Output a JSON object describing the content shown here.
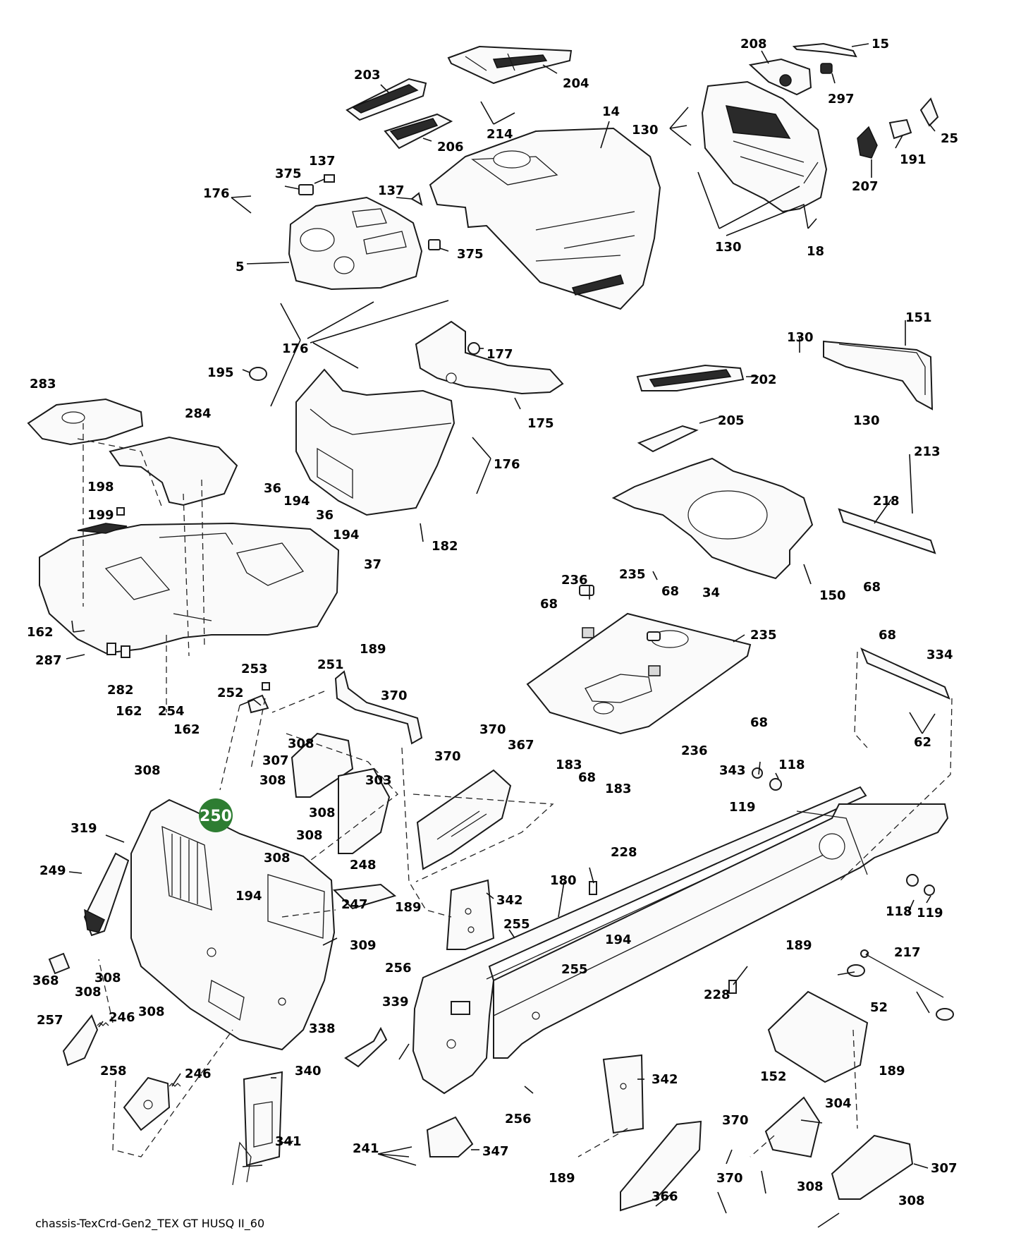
{
  "caption": "chassis-TexCrd-Gen2_TEX GT HUSQ II_60",
  "highlight": {
    "label": "250",
    "color": "#2e7d32"
  },
  "labels": {
    "l15": "15",
    "l208": "208",
    "l203": "203",
    "l204": "204",
    "l297": "297",
    "l14": "14",
    "l130": "130",
    "l25": "25",
    "l214": "214",
    "l206": "206",
    "l191": "191",
    "l207": "207",
    "l137": "137",
    "l375": "375",
    "l176": "176",
    "l5": "5",
    "l18": "18",
    "l151": "151",
    "l177": "177",
    "l195": "195",
    "l202": "202",
    "l283": "283",
    "l284": "284",
    "l175": "175",
    "l205": "205",
    "l36": "36",
    "l194": "194",
    "l198": "198",
    "l199": "199",
    "l213": "213",
    "l218": "218",
    "l182": "182",
    "l37": "37",
    "l150": "150",
    "l68": "68",
    "l235": "235",
    "l236": "236",
    "l34": "34",
    "l162": "162",
    "l287": "287",
    "l282": "282",
    "l334": "334",
    "l189": "189",
    "l251": "251",
    "l253": "253",
    "l252": "252",
    "l254": "254",
    "l370": "370",
    "l62": "62",
    "l308": "308",
    "l307": "307",
    "l303": "303",
    "l367": "367",
    "l183": "183",
    "l343": "343",
    "l118": "118",
    "l119": "119",
    "l319": "319",
    "l249": "249",
    "l248": "248",
    "l247": "247",
    "l228": "228",
    "l180": "180",
    "l342": "342",
    "l309": "309",
    "l255": "255",
    "l217": "217",
    "l368": "368",
    "l256": "256",
    "l339": "339",
    "l52": "52",
    "l257": "257",
    "l246": "246",
    "l338": "338",
    "l258": "258",
    "l340": "340",
    "l152": "152",
    "l304": "304",
    "l341": "341",
    "l241": "241",
    "l347": "347",
    "l366": "366"
  }
}
